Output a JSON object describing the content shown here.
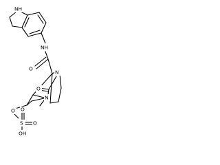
{
  "structure": {
    "atoms": {
      "nh_indoline": "NH",
      "nh_amide": "NH",
      "o_amide": "O",
      "o_urea": "O",
      "n_top": "N",
      "n_bridge": "N",
      "o_ester": "O",
      "s_sulfur": "S",
      "o_sulfonyl_top": "O",
      "o_sulfonyl_right": "O",
      "oh_sulfonic": "OH"
    }
  }
}
